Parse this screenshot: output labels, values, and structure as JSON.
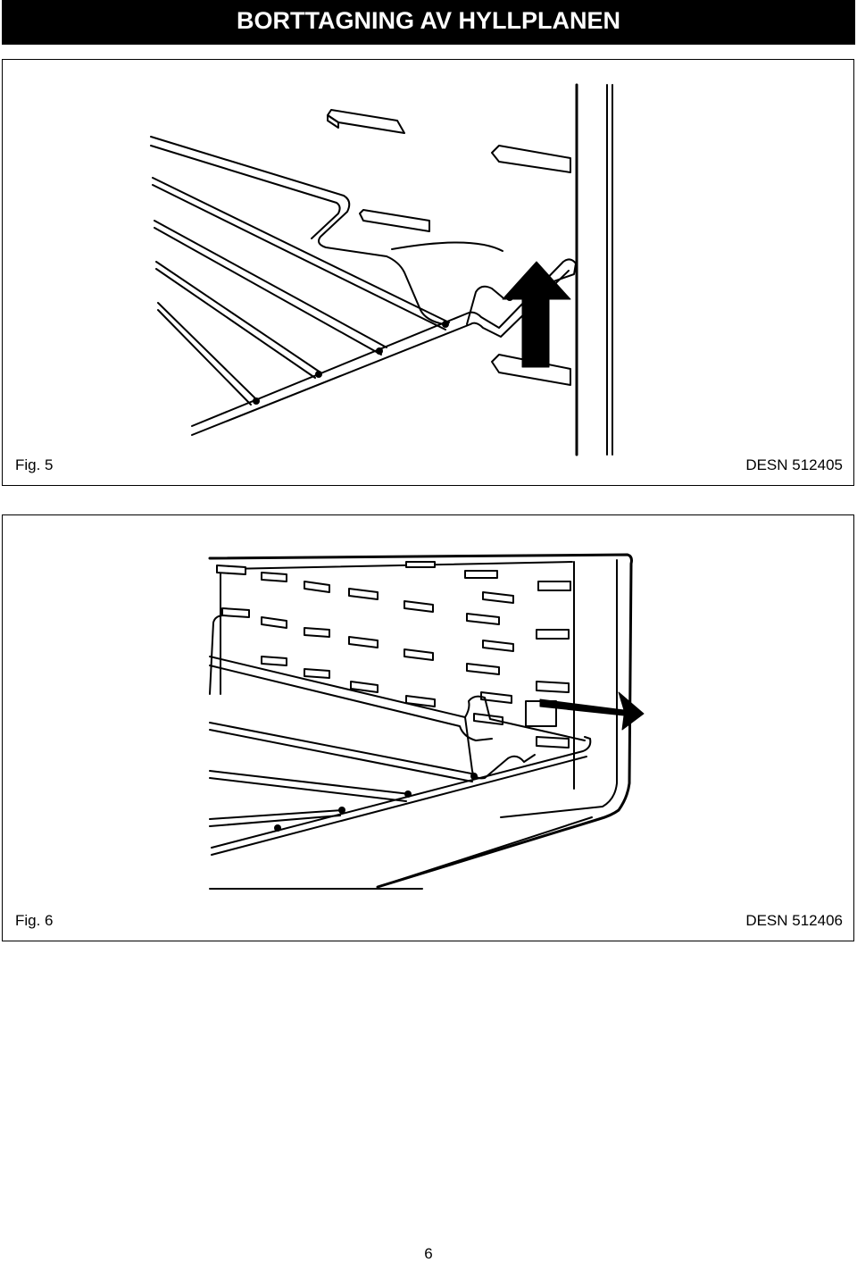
{
  "header": {
    "title": "BORTTAGNING AV HYLLPLANEN"
  },
  "figures": [
    {
      "label": "Fig. 5",
      "code": "DESN 512405"
    },
    {
      "label": "Fig. 6",
      "code": "DESN 512406"
    }
  ],
  "page": {
    "number": "6"
  }
}
